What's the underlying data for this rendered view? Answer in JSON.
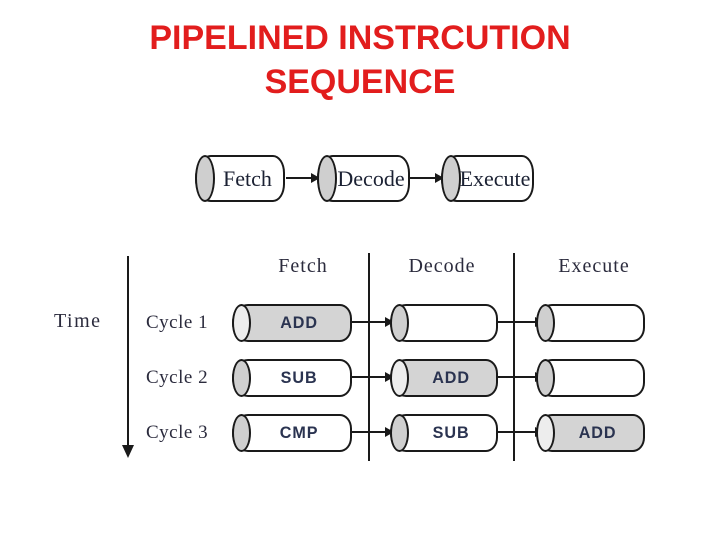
{
  "title": {
    "line1": "PIPELINED INSTRCUTION",
    "line2": "SEQUENCE"
  },
  "overview_pipeline": {
    "stages": [
      {
        "label": "Fetch"
      },
      {
        "label": "Decode"
      },
      {
        "label": "Execute"
      }
    ]
  },
  "timing_diagram": {
    "time_axis_label": "Time",
    "column_headers": [
      {
        "label": "Fetch"
      },
      {
        "label": "Decode"
      },
      {
        "label": "Execute"
      }
    ],
    "rows": [
      {
        "cycle_label": "Cycle 1",
        "cells": [
          {
            "instruction": "ADD",
            "active": true
          },
          {
            "instruction": "",
            "active": false
          },
          {
            "instruction": "",
            "active": false
          }
        ]
      },
      {
        "cycle_label": "Cycle 2",
        "cells": [
          {
            "instruction": "SUB",
            "active": false
          },
          {
            "instruction": "ADD",
            "active": true
          },
          {
            "instruction": "",
            "active": false
          }
        ]
      },
      {
        "cycle_label": "Cycle 3",
        "cells": [
          {
            "instruction": "CMP",
            "active": false
          },
          {
            "instruction": "SUB",
            "active": false
          },
          {
            "instruction": "ADD",
            "active": true
          }
        ]
      }
    ]
  },
  "colors": {
    "title_red": "#e21d1d",
    "outline": "#1a1a1a",
    "active_cylinder_fill": "#d4d4d4",
    "idle_cylinder_fill": "#ffffff",
    "cap_fill": "#cfcfcf"
  }
}
